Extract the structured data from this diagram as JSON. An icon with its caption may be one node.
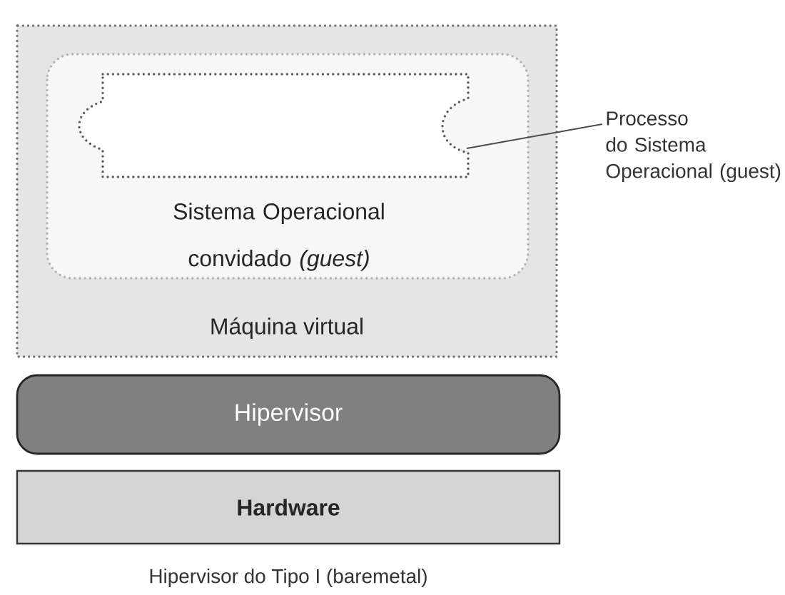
{
  "diagram": {
    "caption": "Hipervisor do Tipo I (baremetal)",
    "nodes": [
      {
        "text": [
          "Máquina virtual"
        ]
      },
      {
        "text": [
          "Sistema Operacional convidado *(guest)*"
        ],
        "in": 0
      },
      {
        "text": [],
        "shape": "box",
        "in": 1
      },
      {
        "text": [
          "Processo do Sistema Operacional (guest)"
        ]
      },
      {
        "text": [
          "Hipervisor"
        ]
      },
      {
        "text": [
          "Hardware"
        ]
      }
    ],
    "edges": [
      {
        "from": 3,
        "to": 2,
        "arrow": "none"
      }
    ]
  }
}
